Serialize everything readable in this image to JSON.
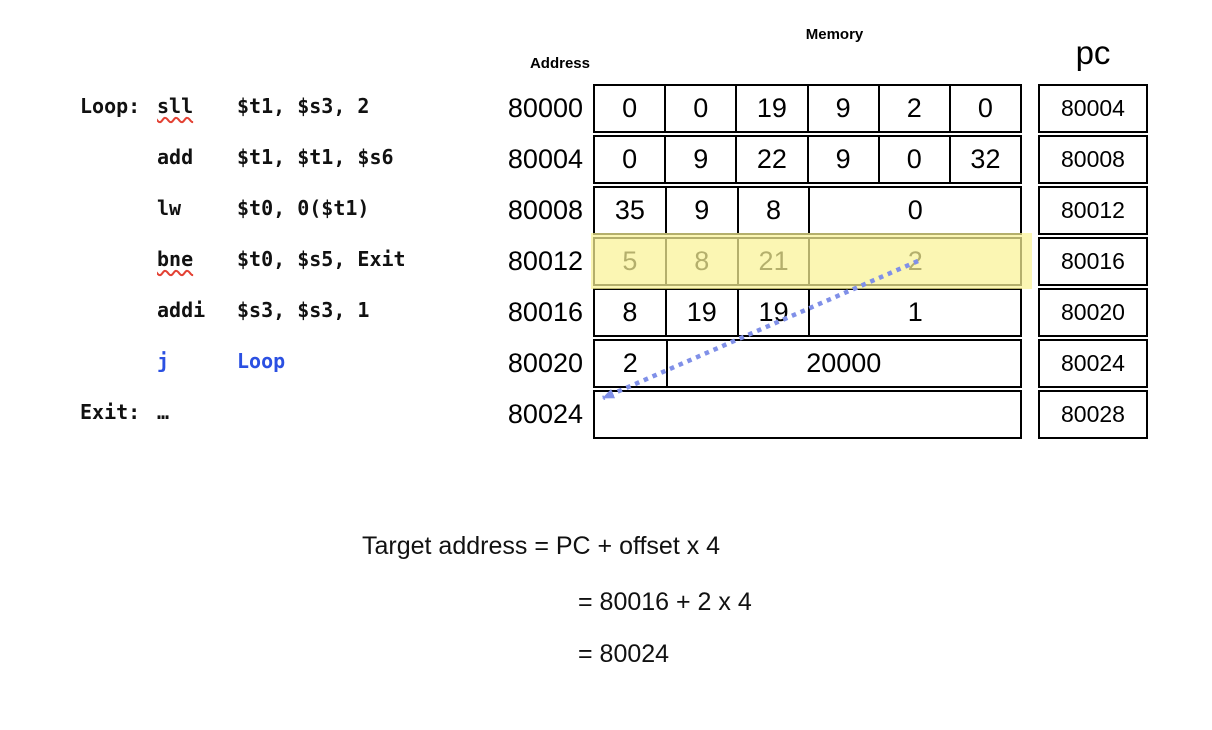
{
  "code": {
    "lines": [
      {
        "label": "Loop:",
        "op": "sll",
        "args": "$t1, $s3, 2"
      },
      {
        "label": "",
        "op": "add",
        "args": "$t1, $t1, $s6"
      },
      {
        "label": "",
        "op": "lw",
        "args": "$t0, 0($t1)"
      },
      {
        "label": "",
        "op": "bne",
        "args": "$t0, $s5, Exit"
      },
      {
        "label": "",
        "op": "addi",
        "args": "$s3, $s3, 1"
      },
      {
        "label": "",
        "op": "j",
        "args": "Loop"
      },
      {
        "label": "Exit:",
        "op": "…",
        "args": ""
      }
    ]
  },
  "memory": {
    "title": "Memory",
    "address_label": "Address",
    "rows": [
      {
        "address": "80000",
        "cells": [
          "0",
          "0",
          "19",
          "9",
          "2",
          "0"
        ]
      },
      {
        "address": "80004",
        "cells": [
          "0",
          "9",
          "22",
          "9",
          "0",
          "32"
        ]
      },
      {
        "address": "80008",
        "cells": [
          "35",
          "9",
          "8",
          "0"
        ]
      },
      {
        "address": "80012",
        "cells": [
          "5",
          "8",
          "21",
          "2"
        ],
        "highlighted": true
      },
      {
        "address": "80016",
        "cells": [
          "8",
          "19",
          "19",
          "1"
        ]
      },
      {
        "address": "80020",
        "cells": [
          "2",
          "20000"
        ]
      },
      {
        "address": "80024",
        "cells": [
          ""
        ]
      }
    ]
  },
  "pc": {
    "label": "pc",
    "values": [
      "80004",
      "80008",
      "80012",
      "80016",
      "80020",
      "80024",
      "80028"
    ]
  },
  "formula": {
    "lines": [
      "Target address = PC + offset x 4",
      "= 80016 + 2 x 4",
      "= 80024"
    ]
  },
  "colors": {
    "highlight_yellow": "#F9F3A0",
    "code_blue": "#2B50E2",
    "arrow_blue": "#8090E8",
    "squiggle_red": "#E34234"
  }
}
